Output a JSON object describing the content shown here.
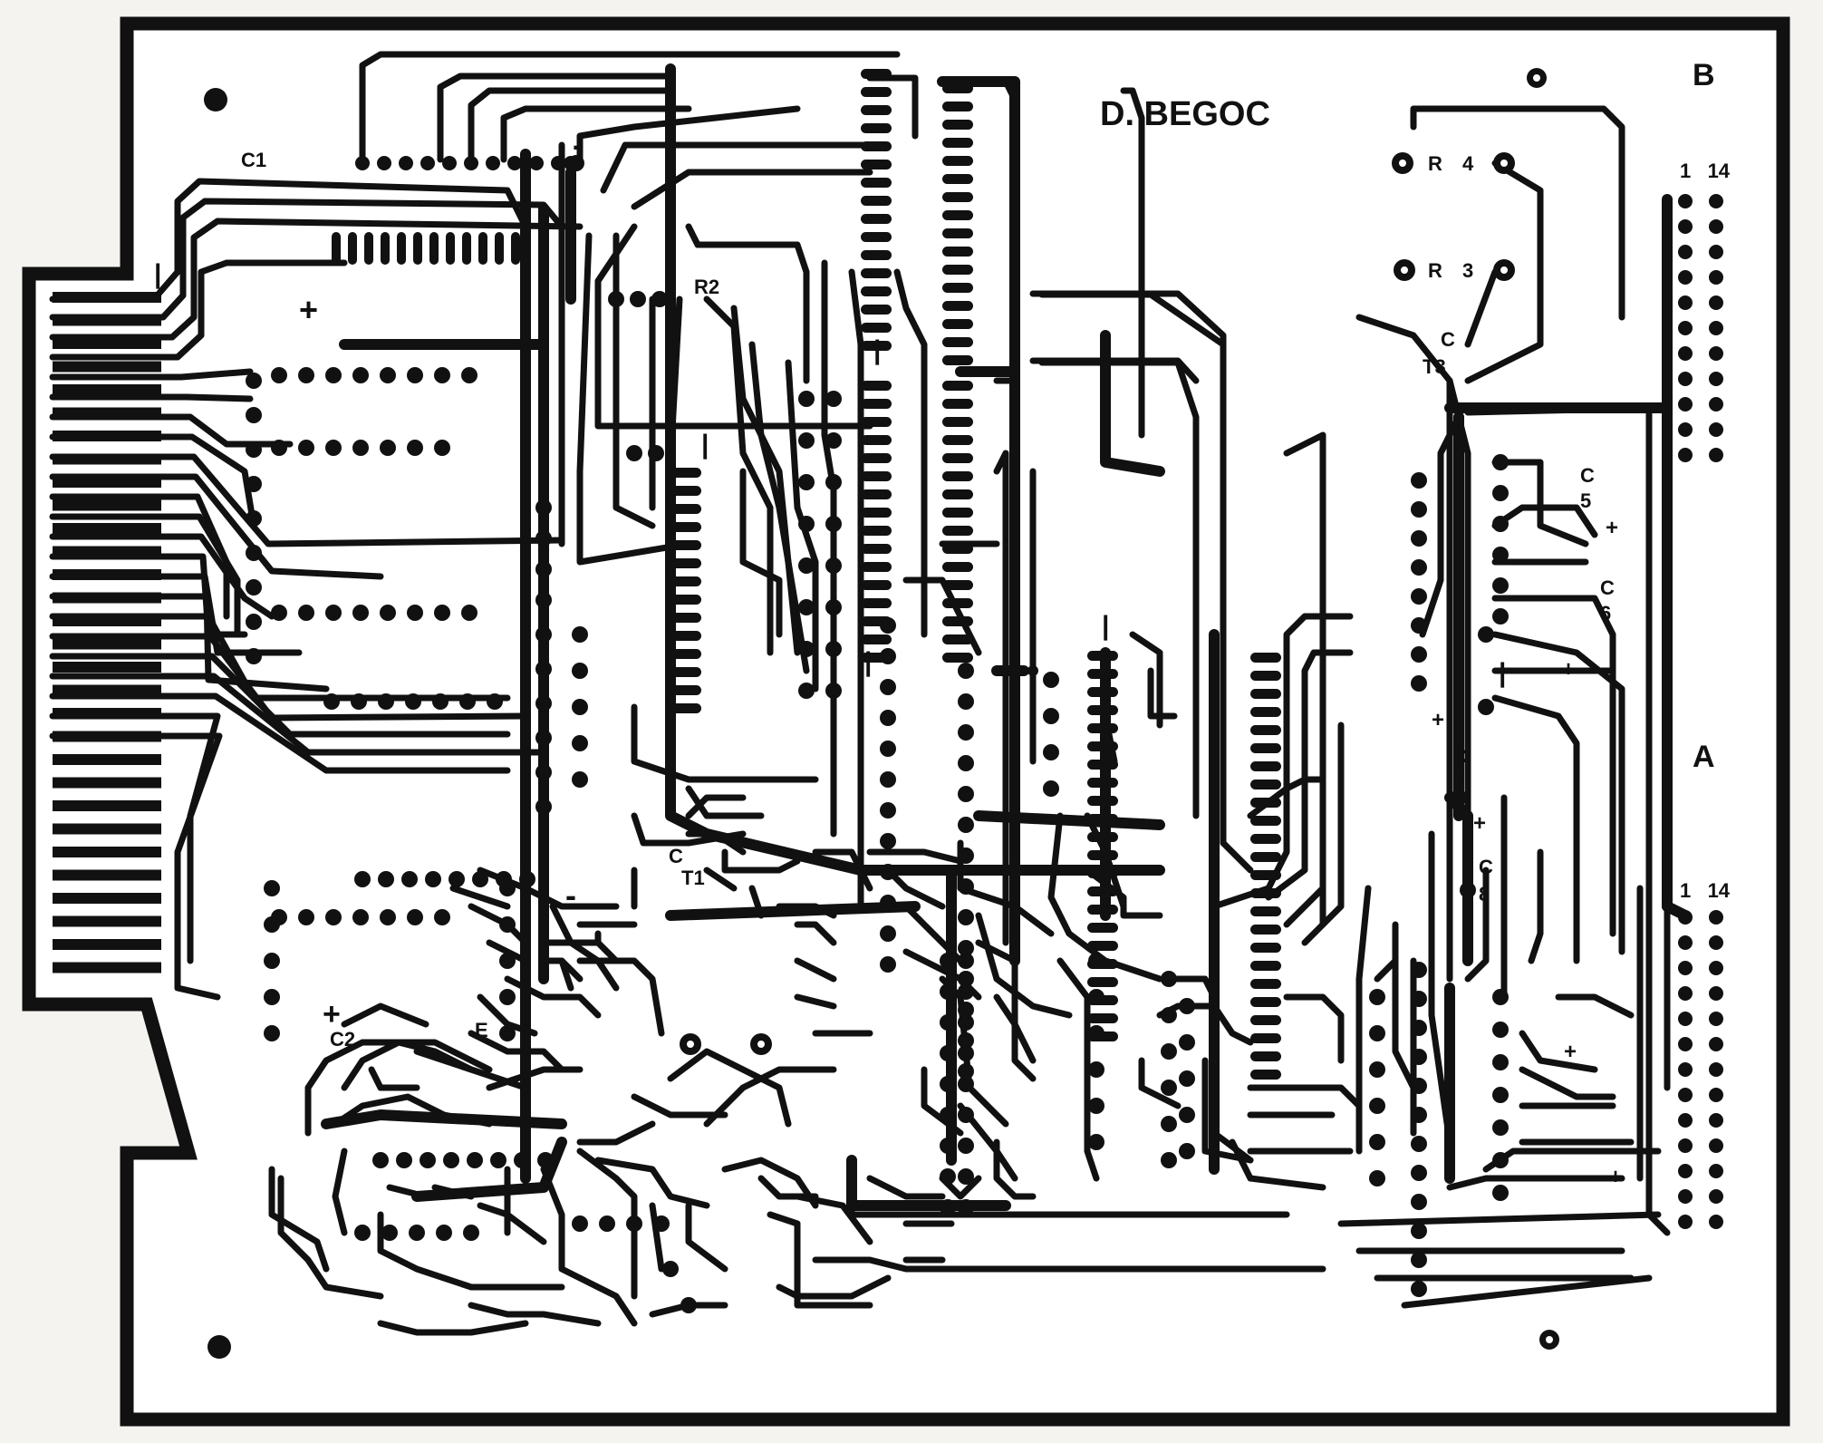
{
  "board": {
    "author": "D. BEGOC",
    "corner_label": "B",
    "connector_label": "A",
    "header_top_pins": "1   14",
    "header_bottom_pins": "1   14"
  },
  "labels": {
    "c1": "C1",
    "c2": "C2",
    "c_t1_c": "C",
    "c_t1_t": "T1",
    "c_t3_c": "C",
    "c_t3_t": "T3",
    "r2": "R2",
    "r3_r": "R",
    "r3_n": "3",
    "r4_r": "R",
    "r4_n": "4",
    "c5_c": "C",
    "c5_n": "5",
    "c6_c": "C",
    "c6_n": "6",
    "c7_c": "C",
    "c7_n": "7",
    "c8_c": "C",
    "c8_n": "8",
    "e": "E",
    "plus": "+",
    "minus": "-",
    "bar": "|"
  },
  "colors": {
    "ink": "#111111",
    "paper": "#ffffff",
    "background": "#f4f3ef"
  }
}
